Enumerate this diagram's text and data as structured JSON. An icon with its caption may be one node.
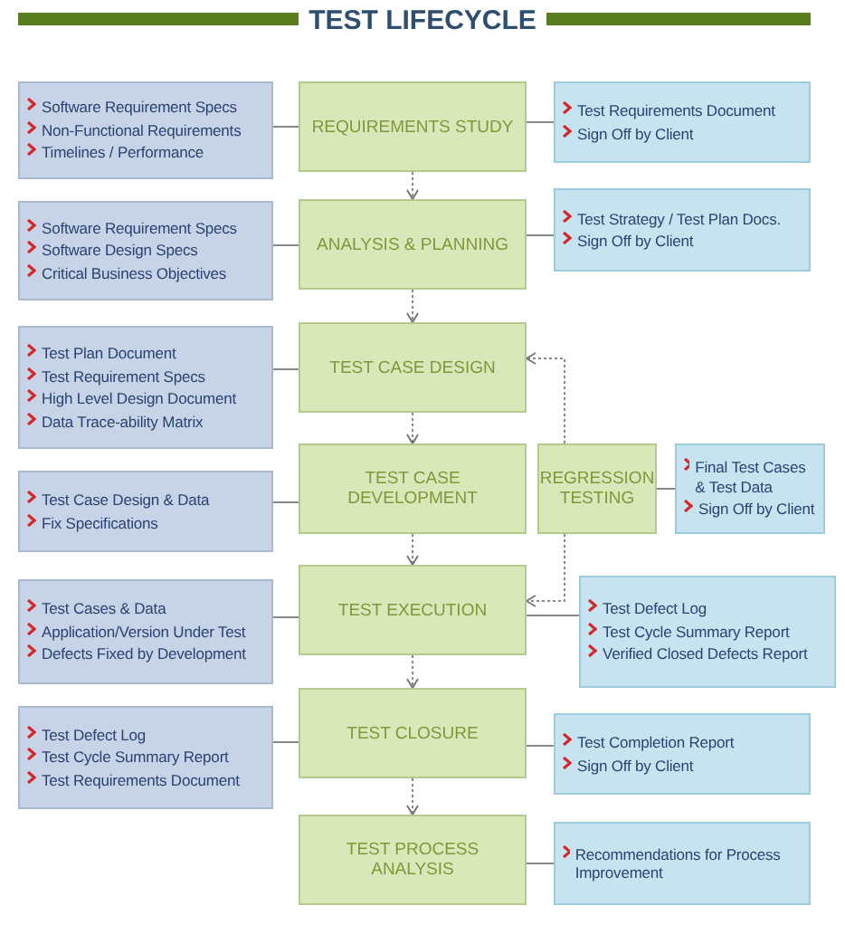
{
  "diagram": {
    "title": "TEST LIFECYCLE",
    "nodes": [
      {
        "text": [
          "Software Requirement Specs",
          "Non-Functional Requirements",
          "Timelines / Performance"
        ]
      },
      {
        "text": [
          "REQUIREMENTS STUDY"
        ]
      },
      {
        "text": [
          "Test Requirements Document",
          "Sign Off by Client"
        ]
      },
      {
        "text": [
          "Software Requirement Specs",
          "Software Design Specs",
          "Critical Business Objectives"
        ]
      },
      {
        "text": [
          "ANALYSIS & PLANNING"
        ]
      },
      {
        "text": [
          "Test Strategy / Test Plan Docs.",
          "Sign Off by Client"
        ]
      },
      {
        "text": [
          "Test Plan Document",
          "Test Requirement Specs",
          "High Level Design Document",
          "Data Trace-ability Matrix"
        ]
      },
      {
        "text": [
          "TEST CASE DESIGN"
        ]
      },
      {
        "text": [
          "Test Case Design & Data",
          "Fix Specifications"
        ]
      },
      {
        "text": [
          "TEST CASE DEVELOPMENT"
        ]
      },
      {
        "text": [
          "REGRESSION TESTING"
        ]
      },
      {
        "text": [
          "Final Test Cases & Test Data",
          "Sign Off by Client"
        ]
      },
      {
        "text": [
          "Test Cases & Data",
          "Application/Version Under Test",
          "Defects Fixed by Development"
        ]
      },
      {
        "text": [
          "TEST EXECUTION"
        ]
      },
      {
        "text": [
          "Test Defect Log",
          "Test Cycle Summary Report",
          "Verified Closed Defects Report"
        ]
      },
      {
        "text": [
          "Test Defect Log",
          "Test Cycle Summary Report",
          "Test Requirements Document"
        ]
      },
      {
        "text": [
          "TEST CLOSURE"
        ]
      },
      {
        "text": [
          "Test Completion Report",
          "Sign Off by Client"
        ]
      },
      {
        "text": [
          "TEST PROCESS ANALYSIS"
        ]
      },
      {
        "text": [
          "Recommendations for Process Improvement"
        ]
      }
    ],
    "edges": [
      {
        "from": 0,
        "to": 1,
        "arrow": "none"
      },
      {
        "from": 1,
        "to": 2,
        "arrow": "none"
      },
      {
        "from": 1,
        "to": 4,
        "arrow": "to",
        "style": "dashed"
      },
      {
        "from": 3,
        "to": 4,
        "arrow": "none"
      },
      {
        "from": 4,
        "to": 5,
        "arrow": "none"
      },
      {
        "from": 4,
        "to": 7,
        "arrow": "to",
        "style": "dashed"
      },
      {
        "from": 6,
        "to": 7,
        "arrow": "none"
      },
      {
        "from": 7,
        "to": 9,
        "arrow": "to",
        "style": "dashed"
      },
      {
        "from": 10,
        "to": 7,
        "arrow": "to",
        "style": "dashed"
      },
      {
        "from": 8,
        "to": 9,
        "arrow": "none"
      },
      {
        "from": 10,
        "to": 11,
        "arrow": "none"
      },
      {
        "from": 9,
        "to": 13,
        "arrow": "to",
        "style": "dashed"
      },
      {
        "from": 10,
        "to": 13,
        "arrow": "to",
        "style": "dashed"
      },
      {
        "from": 12,
        "to": 13,
        "arrow": "none"
      },
      {
        "from": 13,
        "to": 14,
        "arrow": "none"
      },
      {
        "from": 13,
        "to": 16,
        "arrow": "to",
        "style": "dashed"
      },
      {
        "from": 15,
        "to": 16,
        "arrow": "none"
      },
      {
        "from": 16,
        "to": 17,
        "arrow": "none"
      },
      {
        "from": 16,
        "to": 18,
        "arrow": "to",
        "style": "dashed"
      },
      {
        "from": 18,
        "to": 19,
        "arrow": "none"
      }
    ]
  }
}
